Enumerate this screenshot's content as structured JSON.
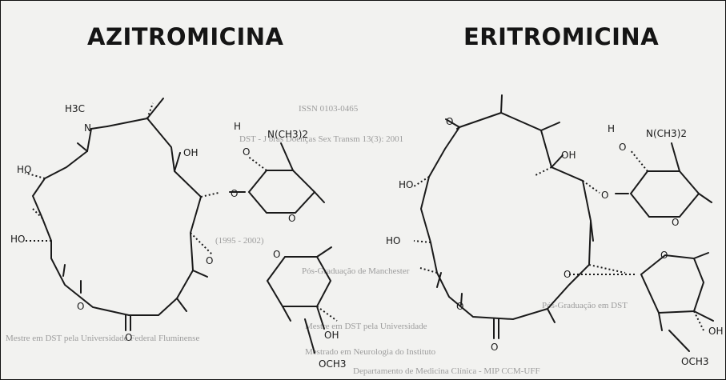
{
  "titles": {
    "left": "AZITROMICINA",
    "right": "ERITROMICINA"
  },
  "labels": {
    "h3c": "H3C",
    "n": "N",
    "nme2": "N(CH3)2",
    "h": "H",
    "ho": "HO",
    "oh": "OH",
    "o": "O",
    "och3": "OCH3"
  },
  "bleed_text": [
    "ISSN 0103-0465",
    "DST - J bras Doenças Sex Transm 13(3): 2001",
    "(1995 - 2002)",
    "Pós-Graduação de Manchester",
    "Pós-Graduação em DST",
    "Mestre em DST pela Universidade",
    "Mestrado em Neurologia do Instituto",
    "Mestre em DST pela Universidade Federal Fluminense",
    "Departamento de Medicina Clínica - MIP CCM-UFF"
  ],
  "colors": {
    "background": "#f2f2f0",
    "ink": "#1a1a1a",
    "bleed": "#9c9c9c"
  }
}
